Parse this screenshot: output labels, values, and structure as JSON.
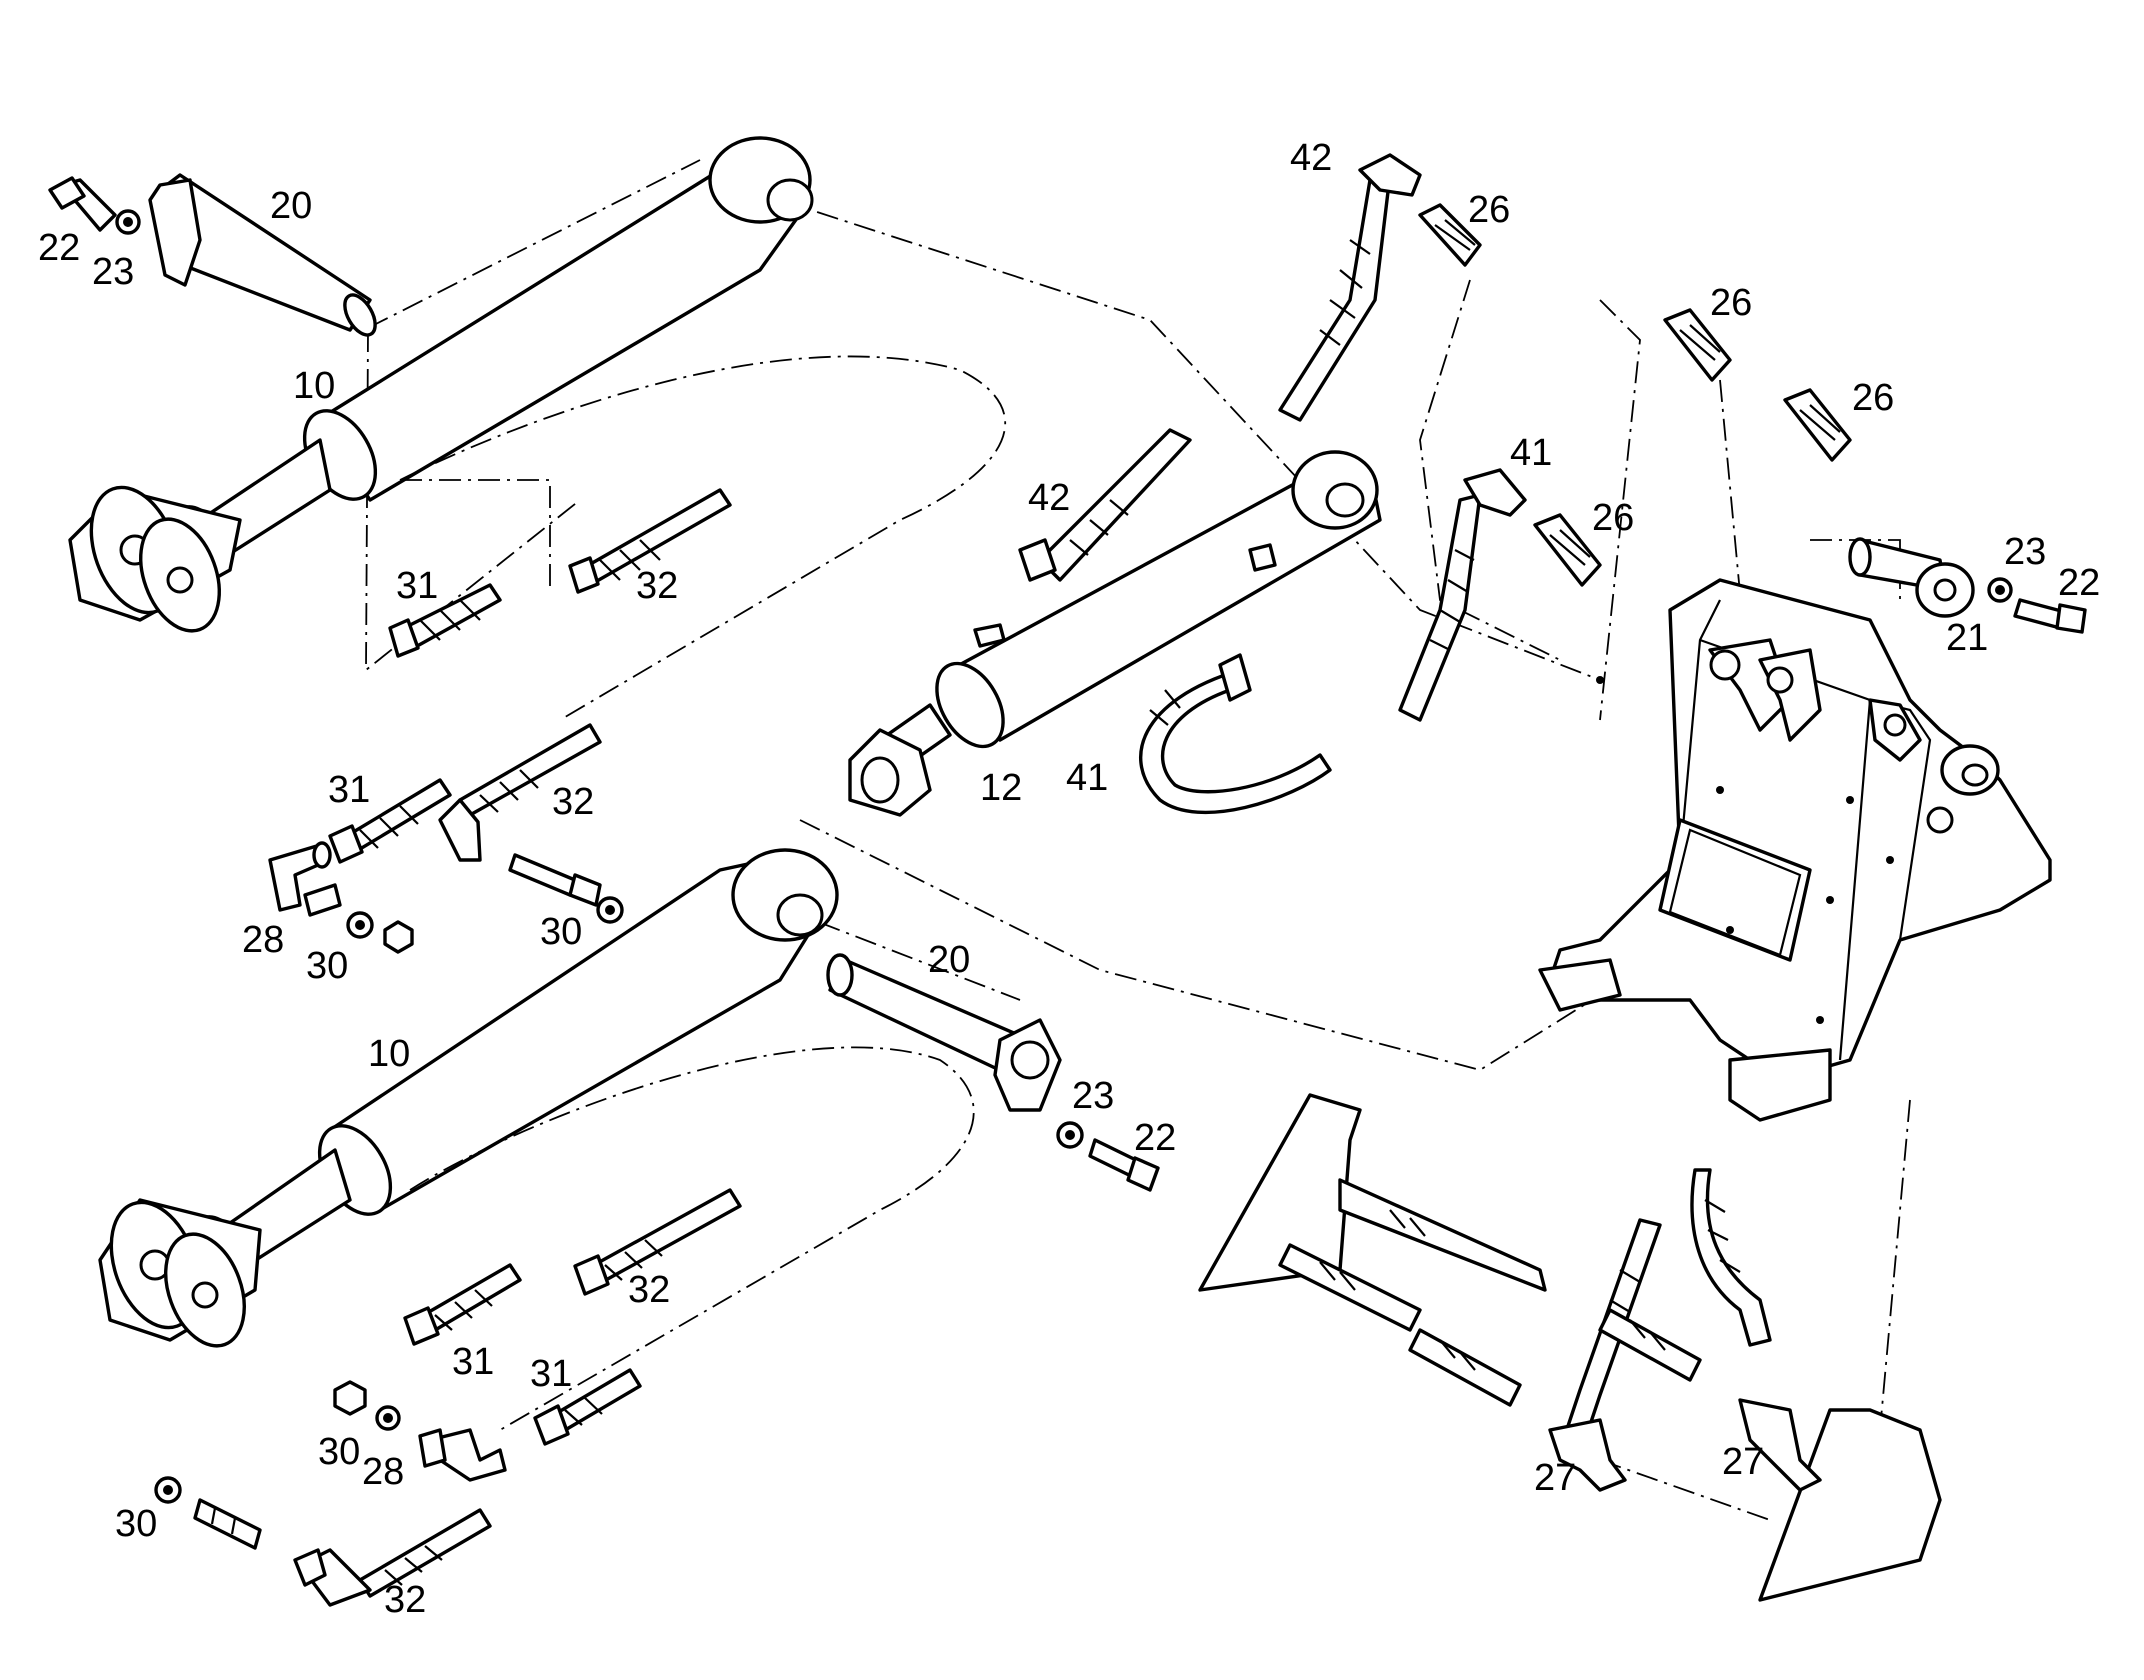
{
  "labels": {
    "c10_top": "10",
    "c10_bottom": "10",
    "c12": "12",
    "p20_top": "20",
    "p20_bottom": "20",
    "p21": "21",
    "b22_tl": "22",
    "b22_r": "22",
    "b22_b": "22",
    "w23_tl": "23",
    "w23_r": "23",
    "w23_b": "23",
    "f26_a": "26",
    "f26_b": "26",
    "f26_c": "26",
    "f26_d": "26",
    "t27_a": "27",
    "t27_b": "27",
    "e28_a": "28",
    "e28_b": "28",
    "w30_a": "30",
    "w30_b": "30",
    "w30_c": "30",
    "w30_d": "30",
    "h31_a": "31",
    "h31_b": "31",
    "h31_c": "31",
    "h31_d": "31",
    "h32_a": "32",
    "h32_b": "32",
    "h32_c": "32",
    "h32_d": "32",
    "h41_a": "41",
    "h41_b": "41",
    "h42_a": "42",
    "h42_b": "42"
  }
}
